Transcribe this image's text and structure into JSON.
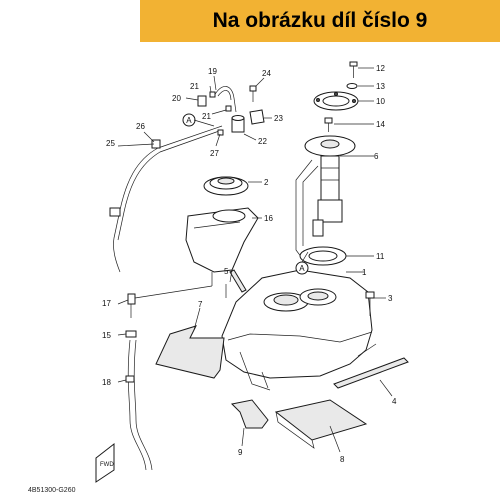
{
  "banner": {
    "text": "Na obrázku díl číslo 9",
    "color": "#f2b233"
  },
  "diagram_code": "4B51300-G260",
  "fwd_label": "FWD",
  "callouts": [
    {
      "id": "c1",
      "text": "1"
    },
    {
      "id": "c2",
      "text": "2"
    },
    {
      "id": "c3",
      "text": "3"
    },
    {
      "id": "c4",
      "text": "4"
    },
    {
      "id": "c5",
      "text": "5"
    },
    {
      "id": "c6",
      "text": "6"
    },
    {
      "id": "c7",
      "text": "7"
    },
    {
      "id": "c8",
      "text": "8"
    },
    {
      "id": "c9",
      "text": "9"
    },
    {
      "id": "c10",
      "text": "10"
    },
    {
      "id": "c11",
      "text": "11"
    },
    {
      "id": "c12",
      "text": "12"
    },
    {
      "id": "c13",
      "text": "13"
    },
    {
      "id": "c14",
      "text": "14"
    },
    {
      "id": "c15",
      "text": "15"
    },
    {
      "id": "c16",
      "text": "16"
    },
    {
      "id": "c17",
      "text": "17"
    },
    {
      "id": "c18",
      "text": "18"
    },
    {
      "id": "c19",
      "text": "19"
    },
    {
      "id": "c20",
      "text": "20"
    },
    {
      "id": "c21a",
      "text": "21"
    },
    {
      "id": "c21b",
      "text": "21"
    },
    {
      "id": "c22",
      "text": "22"
    },
    {
      "id": "c23",
      "text": "23"
    },
    {
      "id": "c24",
      "text": "24"
    },
    {
      "id": "c25",
      "text": "25"
    },
    {
      "id": "c26",
      "text": "26"
    },
    {
      "id": "c27",
      "text": "27"
    }
  ],
  "reference_marks": [
    {
      "id": "ra",
      "text": "A"
    },
    {
      "id": "rb",
      "text": "A"
    }
  ]
}
